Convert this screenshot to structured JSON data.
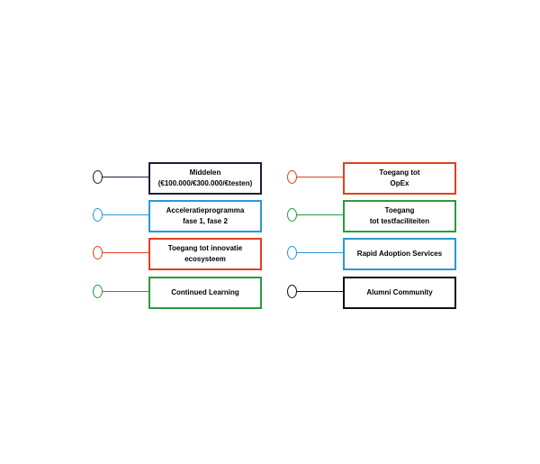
{
  "left_items": [
    {
      "lines": [
        "Middelen",
        "(€100.000/€300.000/€testen)"
      ],
      "color": "#1b1d3a"
    },
    {
      "lines": [
        "Acceleratieprogramma",
        "fase 1, fase 2"
      ],
      "color": "#2b97d6"
    },
    {
      "lines": [
        "Toegang tot innovatie",
        "ecosysteem"
      ],
      "color": "#e2401f"
    },
    {
      "lines": [
        "Continued Learning"
      ],
      "color": "#2a9b3f"
    }
  ],
  "right_items": [
    {
      "lines": [
        "Toegang tot",
        "OpEx"
      ],
      "color": "#e2401f"
    },
    {
      "lines": [
        "Toegang",
        "tot testfaciliteiten"
      ],
      "color": "#2a9b3f"
    },
    {
      "lines": [
        "Rapid Adoption Services"
      ],
      "color": "#2b97d6"
    },
    {
      "lines": [
        "Alumni Community"
      ],
      "color": "#111111"
    }
  ]
}
